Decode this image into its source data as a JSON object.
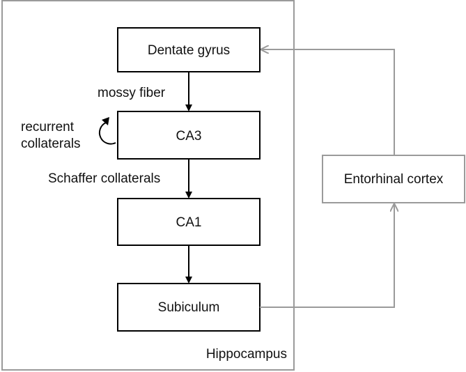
{
  "region": {
    "label": "Hippocampus"
  },
  "nodes": {
    "dentate_gyrus": "Dentate gyrus",
    "ca3": "CA3",
    "ca1": "CA1",
    "subiculum": "Subiculum",
    "entorhinal_cortex": "Entorhinal cortex"
  },
  "edges": {
    "mossy_fiber": "mossy fiber",
    "schaffer_collaterals": "Schaffer collaterals",
    "recurrent_line1": "recurrent",
    "recurrent_line2": "collaterals"
  },
  "colors": {
    "hippocampal_path": "#000000",
    "cortical_path": "#9a9a9a"
  }
}
